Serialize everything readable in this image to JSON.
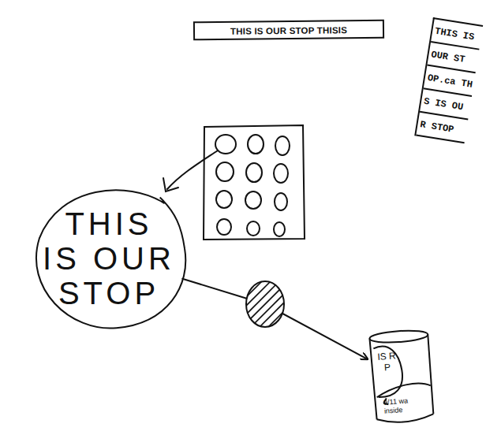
{
  "diagram": {
    "nodes": [
      {
        "text": [
          "THIS IS OUR STOP THISIS"
        ]
      },
      {
        "text": [
          "THIS IS",
          "OUR ST",
          "OP.ca TH",
          "S IS OU",
          "R STOP"
        ]
      },
      {
        "text": [
          "THIS IS OUR STOP"
        ]
      },
      {
        "text": [
          "IS R P",
          "9/11 wa inside"
        ]
      }
    ],
    "edges": [
      {
        "from": 2,
        "to": 3,
        "arrow": "to"
      }
    ]
  }
}
